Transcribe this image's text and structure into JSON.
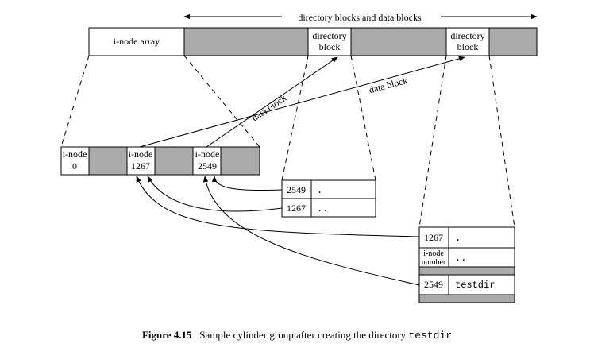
{
  "top_bar": {
    "span_label": "directory blocks and data blocks",
    "inode_array_label": "i-node array",
    "dir_block_label_1": "directory",
    "dir_block_label_2": "block"
  },
  "data_block_label": "data block",
  "inodes": {
    "label": "i-node",
    "first": "0",
    "second": "1267",
    "third": "2549"
  },
  "dir_block_a": {
    "rows": [
      {
        "inode": "2549",
        "name": "."
      },
      {
        "inode": "1267",
        "name": ".."
      }
    ]
  },
  "dir_block_b": {
    "rows": [
      {
        "inode": "1267",
        "name": "."
      },
      {
        "inode_line1": "i-node",
        "inode_line2": "number",
        "name": ".."
      },
      {
        "inode": "2549",
        "name": "testdir"
      }
    ]
  },
  "caption": {
    "figure": "Figure 4.15",
    "text": "Sample cylinder group after creating the directory",
    "code": "testdir"
  }
}
